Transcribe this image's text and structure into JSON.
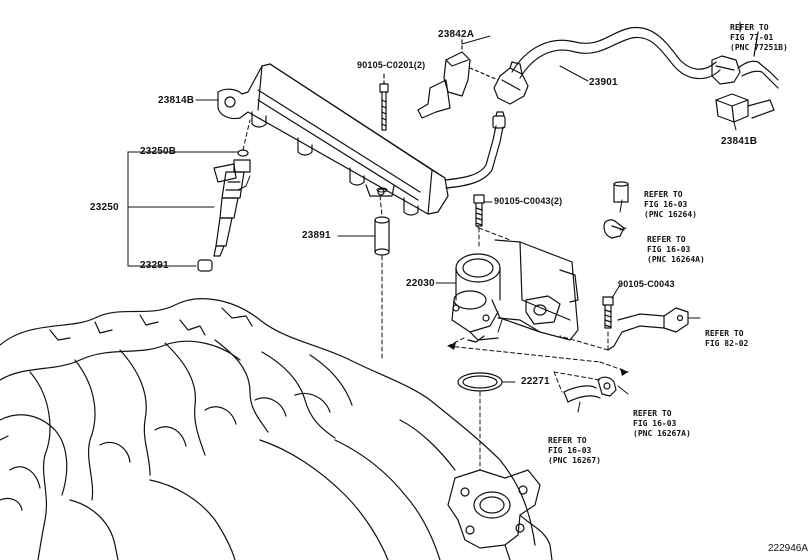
{
  "parts": {
    "p23842A": "23842A",
    "p90105_C0201": "90105-C0201(2)",
    "p23814B": "23814B",
    "p23250B": "23250B",
    "p23250": "23250",
    "p23291": "23291",
    "p23891": "23891",
    "p90105_C0043_2": "90105-C0043(2)",
    "p22030": "22030",
    "p90105_C0043": "90105-C0043",
    "p22271": "22271",
    "p23901": "23901",
    "p23841B": "23841B"
  },
  "refs": {
    "r77": [
      "REFER TO",
      "FIG 77-01",
      "(PNC 77251B)"
    ],
    "r16264": [
      "REFER TO",
      "FIG 16-03",
      "(PNC 16264)"
    ],
    "r16264A": [
      "REFER TO",
      "FIG 16-03",
      "(PNC 16264A)"
    ],
    "r82": [
      "REFER TO",
      "FIG 82-02"
    ],
    "r16267A": [
      "REFER TO",
      "FIG 16-03",
      "(PNC 16267A)"
    ],
    "r16267": [
      "REFER TO",
      "FIG 16-03",
      "(PNC 16267)"
    ]
  },
  "figure_id": "222946A",
  "colors": {
    "line": "#111111",
    "background": "#ffffff"
  }
}
